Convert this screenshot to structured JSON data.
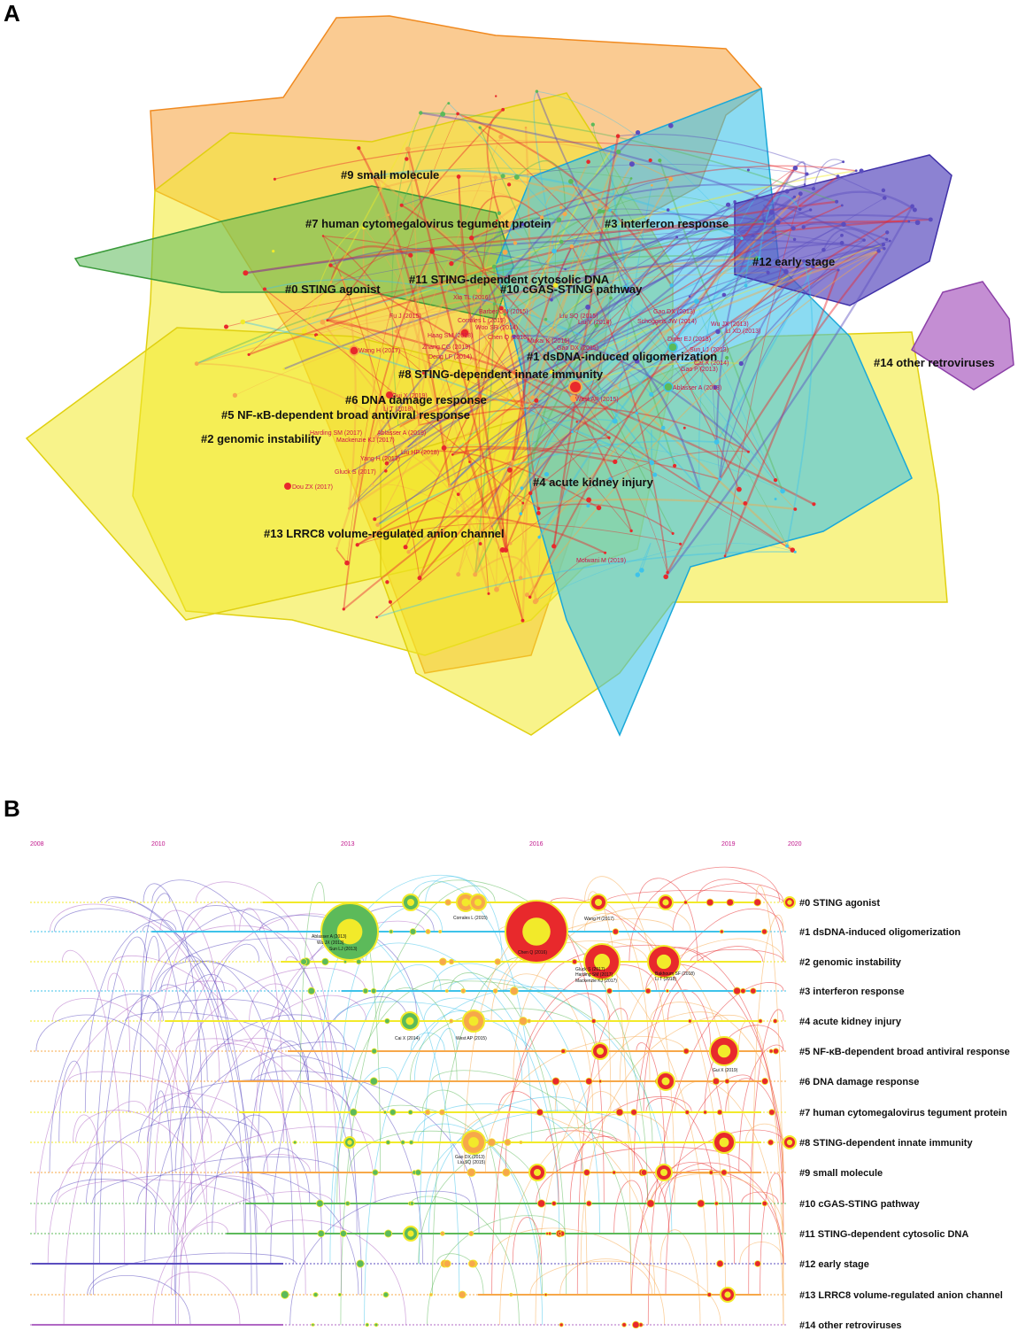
{
  "panels": {
    "a": "A",
    "b": "B"
  },
  "colors": {
    "yellow": "#f2ea2a",
    "orange": "#f7a84a",
    "cyan": "#3ec3ea",
    "green": "#5cba5a",
    "navy": "#5b4dbf",
    "purple": "#b068c4",
    "red": "#e8292c"
  },
  "network_clusters": [
    "#9 small molecule",
    "#7 human cytomegalovirus tegument protein",
    "#3 interferon response",
    "#12 early stage",
    "#11 STING-dependent cytosolic DNA",
    "#0 STING agonist",
    "#10 cGAS-STING pathway",
    "#1 dsDNA-induced oligomerization",
    "#14 other retroviruses",
    "#8 STING-dependent innate immunity",
    "#6 DNA damage response",
    "#5 NF-κB-dependent broad antiviral response",
    "#2 genomic instability",
    "#4 acute kidney injury",
    "#13 LRRC8 volume-regulated anion channel"
  ],
  "network_authors": [
    "Xia TL (2016)",
    "Barber GN (2015)",
    "Fu J (2015)",
    "Corrales L (2015)",
    "Woo SR (2014)",
    "Haag SM (2018)",
    "Chen Q (2016)",
    "Mukai K (2016)",
    "Zhang CG (2019)",
    "Gao DX (2015)",
    "Deng LF (2014)",
    "Wang H (2017)",
    "Liu SQ (2015)",
    "Liu Y (2014)",
    "Gao DX (2013)",
    "Schoggins JW (2014)",
    "Wu JX (2013)",
    "Li XD (2013)",
    "Diner EJ (2013)",
    "Sun LJ (2013)",
    "Gao P (2013)",
    "Cai X (2014)",
    "Ablasser A (2013)",
    "West AP (2015)",
    "Gui X (2019)",
    "Li T (2018)",
    "Harding SM (2017)",
    "Ablasser A (2019)",
    "Mackenzie KJ (2017)",
    "Liu HP (2018)",
    "Yang H (2017)",
    "Gluck S (2017)",
    "Dou ZX (2017)",
    "Motwani M (2019)"
  ],
  "timeline_years": [
    "2008",
    "2010",
    "2013",
    "2016",
    "2019",
    "2020"
  ],
  "timeline_clusters": [
    "#0 STING agonist",
    "#1 dsDNA-induced oligomerization",
    "#2 genomic instability",
    "#3 interferon response",
    "#4 acute kidney injury",
    "#5 NF-κB-dependent broad antiviral response",
    "#6 DNA damage response",
    "#7 human cytomegalovirus tegument protein",
    "#8 STING-dependent innate immunity",
    "#9 small molecule",
    "#10 cGAS-STING pathway",
    "#11 STING-dependent cytosolic DNA",
    "#12 early stage",
    "#13 LRRC8 volume-regulated anion channel",
    "#14 other retroviruses"
  ],
  "timeline_labels": [
    "Ablasser A (2013)",
    "Wu JX (2013)",
    "Sun LJ (2013)",
    "Corrales L (2015)",
    "Chen Q (2016)",
    "Wang H (2017)",
    "Gluck S (2017)",
    "Harding SM (2017)",
    "Mackenzie KJ (2017)",
    "Bakhoum SF (2018)",
    "Li T (2018)",
    "Cai X (2014)",
    "West AP (2015)",
    "Gui X (2019)",
    "Gao DX (2013)",
    "Liu SQ (2015)"
  ]
}
